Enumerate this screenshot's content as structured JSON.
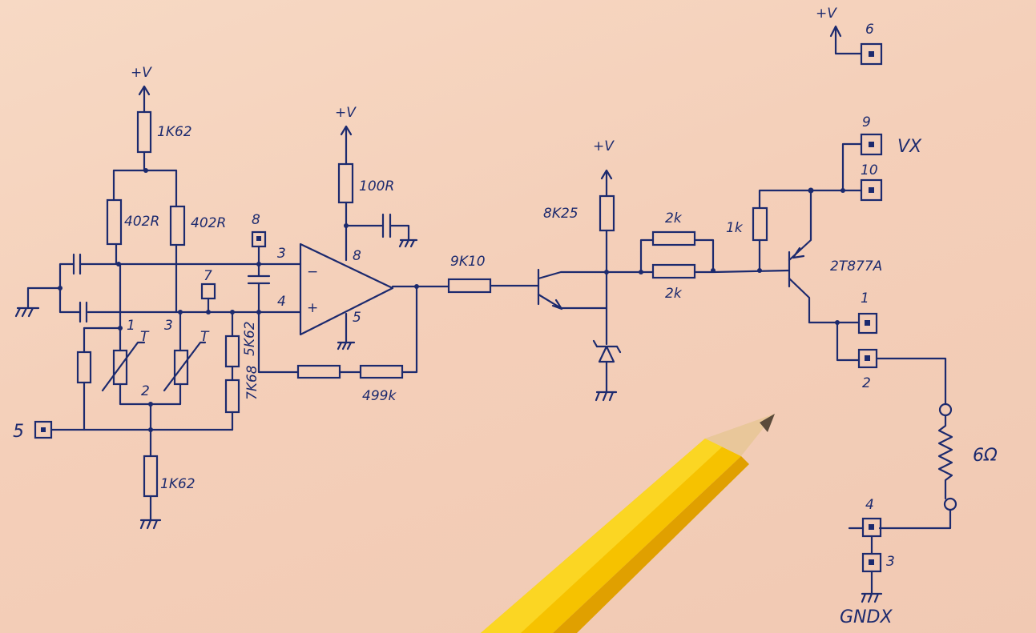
{
  "labels": {
    "supply_top_left": "+V",
    "supply_opamp": "+V",
    "supply_mid": "+V",
    "supply_top_right": "+V",
    "r_top": "1K62",
    "r_bridge_left": "402R",
    "r_bridge_right": "402R",
    "r_5k62": "5K62",
    "r_bottom_rt": "7K68",
    "r_bottom": "1K62",
    "r_100r": "100R",
    "r_9k10": "9K10",
    "r_499k": "499k",
    "r_8k25": "8K25",
    "r_2k_a": "2k",
    "r_2k_b": "2k",
    "r_1k": "1k",
    "transistor": "2T877A",
    "load": "6Ω",
    "gnd_label": "GNDX",
    "vx_label": "VX",
    "thermistor_a": "T",
    "thermistor_b": "T"
  },
  "pins": {
    "p1_bridge": "1",
    "p2_bridge": "2",
    "p3_bridge": "3",
    "p5": "5",
    "p6": "6",
    "p7": "7",
    "p8": "8",
    "op_inv": "3",
    "op_noninv": "4",
    "op_v": "8",
    "op_gnd": "5",
    "p9": "9",
    "p10": "10",
    "p1_out": "1",
    "p2_out": "2",
    "p4_out": "4",
    "p3_out": "3"
  },
  "op_symbols": {
    "minus": "−",
    "plus": "+"
  }
}
